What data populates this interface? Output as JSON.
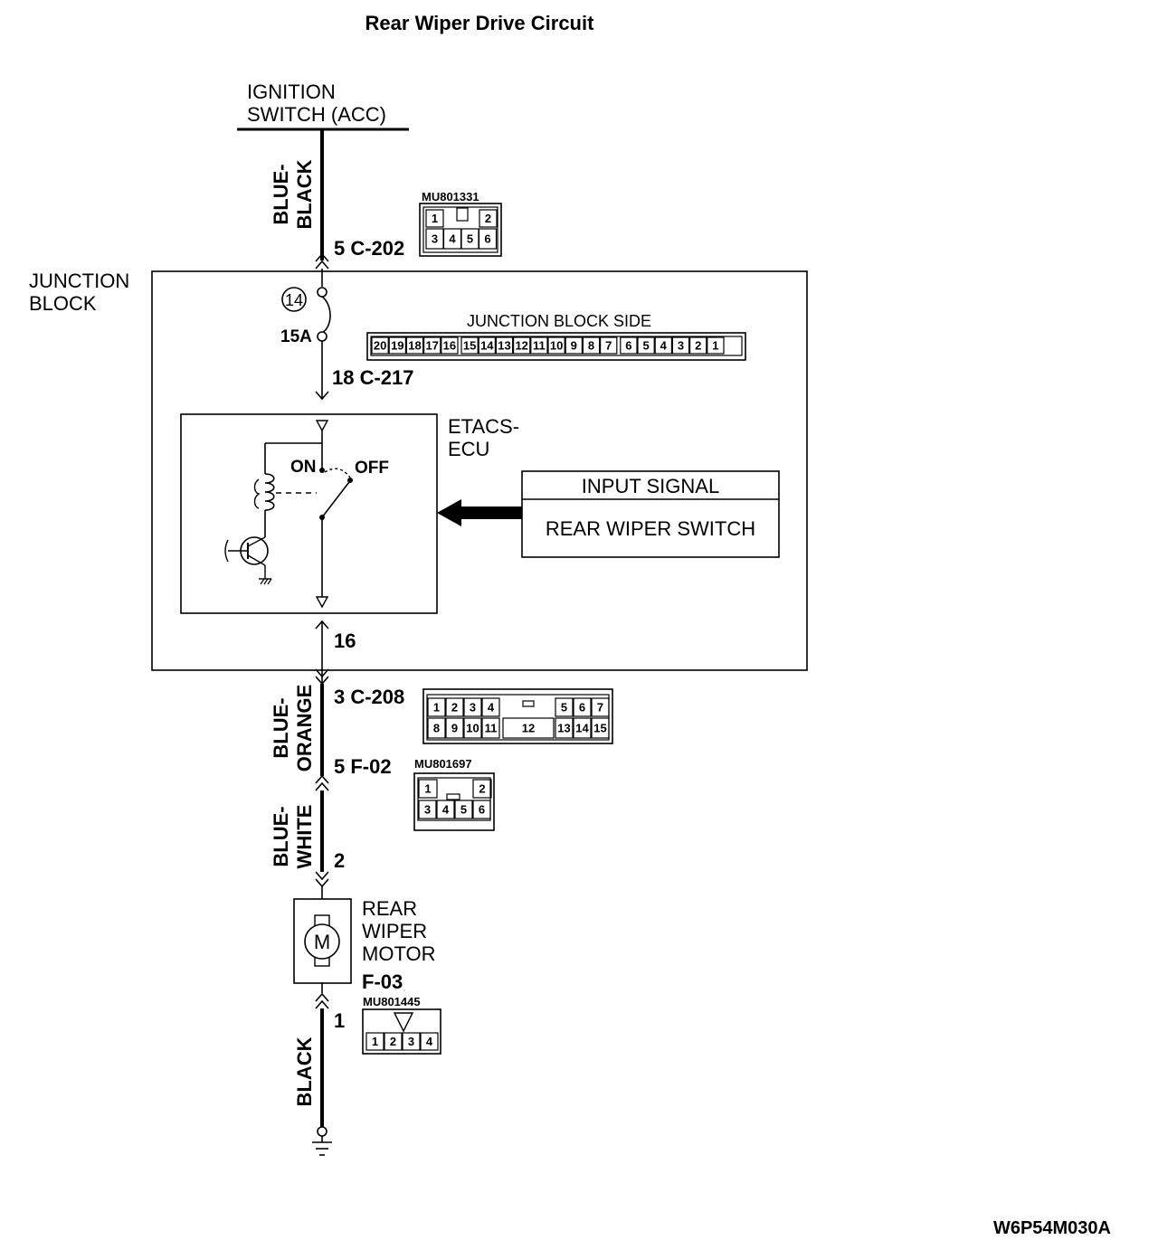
{
  "title": "Rear Wiper Drive Circuit",
  "drawing_code": "W6P54M030A",
  "ignition_switch": {
    "line1": "IGNITION",
    "line2": "SWITCH (ACC)"
  },
  "wires": {
    "top": {
      "line1": "BLUE-",
      "line2": "BLACK"
    },
    "middle": {
      "line1": "BLUE-",
      "line2": "ORANGE"
    },
    "lower": {
      "line1": "BLUE-",
      "line2": "WHITE"
    },
    "ground": {
      "line1": "BLACK"
    }
  },
  "connectors": {
    "c202": {
      "pin_label": "5 C-202",
      "part_no": "MU801331",
      "pins_top": [
        "1",
        "2"
      ],
      "pins_bottom": [
        "3",
        "4",
        "5",
        "6"
      ]
    },
    "c217": {
      "pin_label": "18 C-217"
    },
    "c208": {
      "pin_label": "3 C-208",
      "pins_top": [
        "1",
        "2",
        "3",
        "4",
        "5",
        "6",
        "7"
      ],
      "pins_bottom": [
        "8",
        "9",
        "10",
        "11",
        "12",
        "13",
        "14",
        "15"
      ]
    },
    "f02": {
      "pin_label": "5 F-02",
      "part_no": "MU801697",
      "pins_top": [
        "1",
        "2"
      ],
      "pins_bottom": [
        "3",
        "4",
        "5",
        "6"
      ]
    },
    "f03": {
      "name": "F-03",
      "part_no": "MU801445",
      "pins": [
        "1",
        "2",
        "3",
        "4"
      ]
    }
  },
  "junction_block": {
    "label_line1": "JUNCTION",
    "label_line2": "BLOCK",
    "fuse_number": "14",
    "fuse_rating": "15A",
    "side_label": "JUNCTION BLOCK SIDE",
    "side_pins": [
      "20",
      "19",
      "18",
      "17",
      "16",
      "15",
      "14",
      "13",
      "12",
      "11",
      "10",
      "9",
      "8",
      "7",
      "6",
      "5",
      "4",
      "3",
      "2",
      "1"
    ],
    "output_pin": "16"
  },
  "etacs": {
    "label_line1": "ETACS-",
    "label_line2": "ECU",
    "on_label": "ON",
    "off_label": "OFF"
  },
  "input_signal": {
    "header": "INPUT SIGNAL",
    "body": "REAR WIPER SWITCH"
  },
  "motor": {
    "line1": "REAR",
    "line2": "WIPER",
    "line3": "MOTOR",
    "symbol": "M",
    "pin_in": "2",
    "pin_out": "1"
  }
}
